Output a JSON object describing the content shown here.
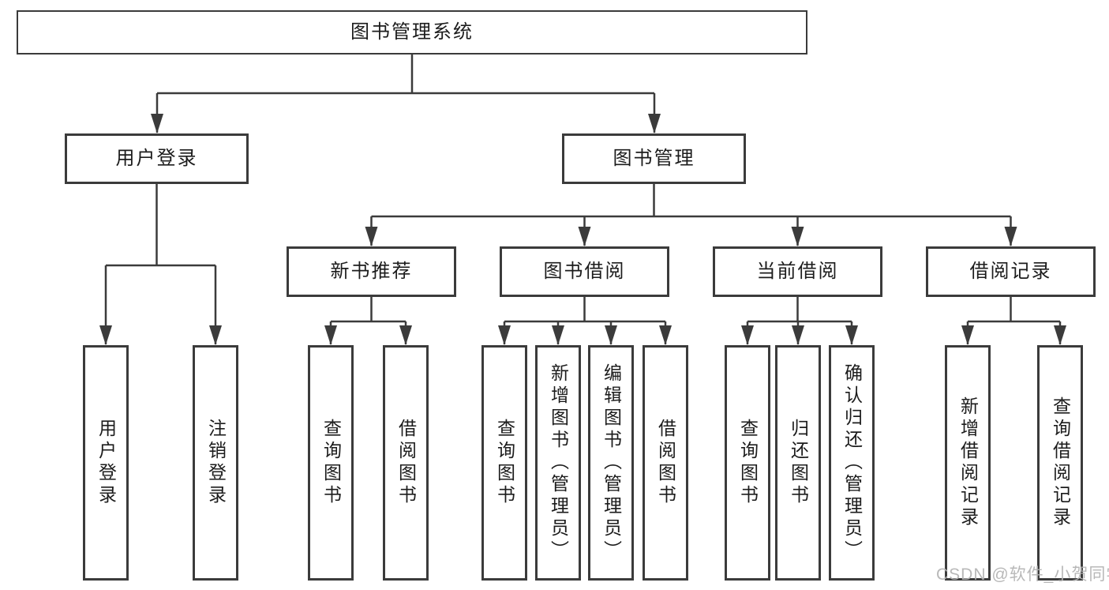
{
  "diagram": {
    "root": "图书管理系统",
    "level2": [
      "用户登录",
      "图书管理"
    ],
    "level3": [
      "新书推荐",
      "图书借阅",
      "当前借阅",
      "借阅记录"
    ],
    "leaves_user": [
      "用户登录",
      "注销登录"
    ],
    "leaves_newbook": [
      "查询图书",
      "借阅图书"
    ],
    "leaves_borrow": [
      "查询图书",
      "新增图书（管理员）",
      "编辑图书（管理员）",
      "借阅图书"
    ],
    "leaves_current": [
      "查询图书",
      "归还图书",
      "确认归还（管理员）"
    ],
    "leaves_records": [
      "新增借阅记录",
      "查询借阅记录"
    ]
  },
  "watermark": "CSDN @软件_小贺同学",
  "colors": {
    "line": "#3b3b3b",
    "text": "#1c1c1c",
    "watermark": "#b3b3b3",
    "background": "#ffffff"
  }
}
